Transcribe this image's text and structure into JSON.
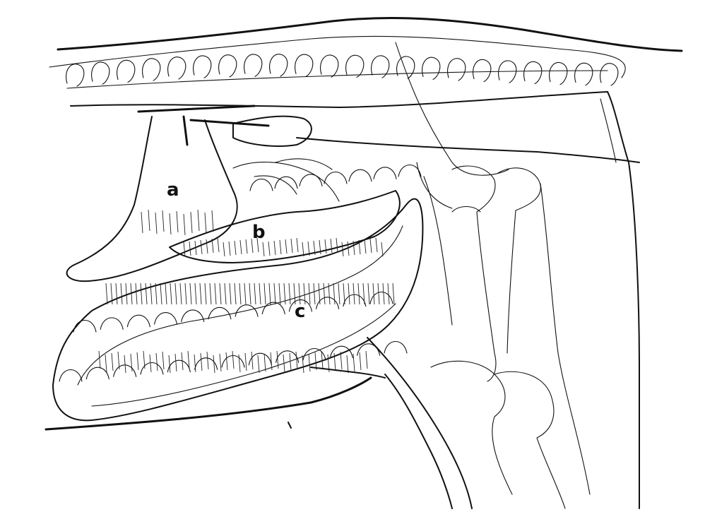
{
  "labels": {
    "a": "a",
    "b": "b",
    "c": "c"
  },
  "colors": {
    "ink": "#111111",
    "background": "#ffffff"
  }
}
